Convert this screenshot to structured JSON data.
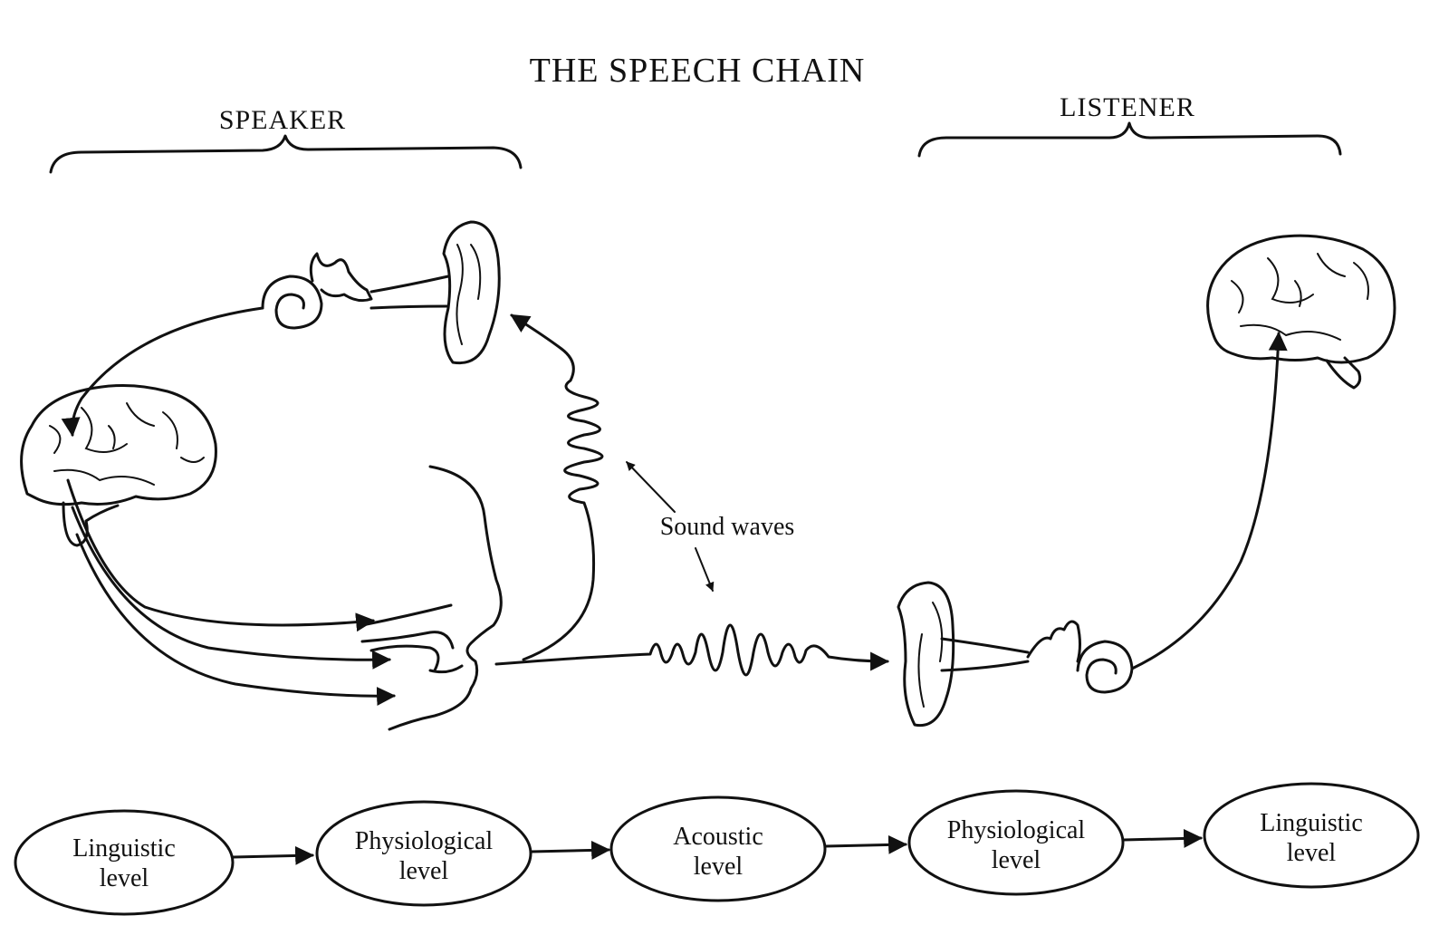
{
  "title": "THE SPEECH CHAIN",
  "speaker_label": "SPEAKER",
  "listener_label": "LISTENER",
  "sound_waves_label": "Sound waves",
  "levels": [
    {
      "line1": "Linguistic",
      "line2": "level"
    },
    {
      "line1": "Physiological",
      "line2": "level"
    },
    {
      "line1": "Acoustic",
      "line2": "level"
    },
    {
      "line1": "Physiological",
      "line2": "level"
    },
    {
      "line1": "Linguistic",
      "line2": "level"
    }
  ],
  "icons": [
    "brain-icon",
    "ear-icon",
    "cochlea-icon",
    "face-profile-icon",
    "sound-wave-icon"
  ]
}
